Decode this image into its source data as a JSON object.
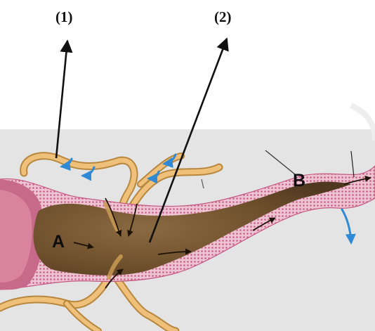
{
  "labels": {
    "one": "(1)",
    "two": "(2)",
    "a": "A",
    "b": "B"
  },
  "colors": {
    "background_panel": "#e4e4e4",
    "vessel_wall": "#d98aa4",
    "tubule_content": "#6e4f2c",
    "capillary": "#e8b56a",
    "blue_arrow": "#2f8ad6",
    "line": "#111111"
  }
}
